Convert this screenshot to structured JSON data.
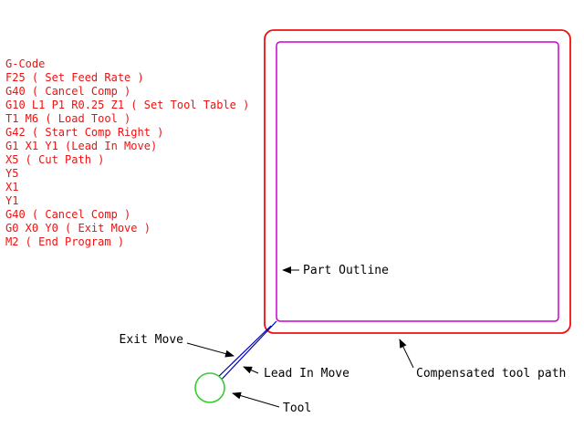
{
  "gcode": {
    "lines": [
      "G-Code",
      "F25 ( Set Feed Rate )",
      "G40 ( Cancel Comp )",
      "G10 L1 P1 R0.25 Z1 ( Set Tool Table )",
      "T1 M6 ( Load Tool )",
      "G42 ( Start Comp Right )",
      "G1 X1 Y1 (Lead In Move)",
      "X5 ( Cut Path )",
      "Y5",
      "X1",
      "Y1",
      "G40 ( Cancel Comp )",
      "G0 X0 Y0 ( Exit Move )",
      "M2 ( End Program )"
    ]
  },
  "labels": {
    "part_outline": "Part Outline",
    "exit_move": "Exit Move",
    "lead_in_move": "Lead In Move",
    "tool": "Tool",
    "compensated_tool_path": "Compensated tool path"
  },
  "colors": {
    "gcode_text": "#ee1111",
    "compensated_tool_path": "#ee1111",
    "part_outline": "#cc00cc",
    "lead_in_exit_moves": "#0000bb",
    "tool_circle": "#33cc33",
    "label_text": "#000000"
  }
}
